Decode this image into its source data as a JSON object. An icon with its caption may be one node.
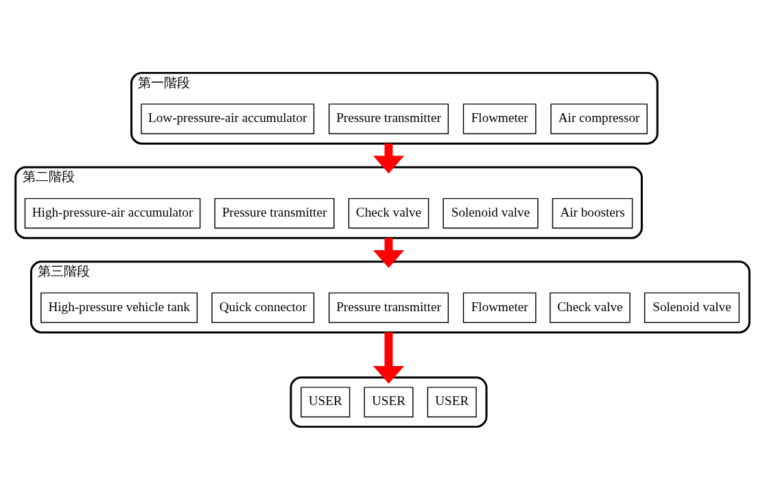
{
  "diagram": {
    "nodes": [
      {
        "text": [
          "第一階段"
        ]
      },
      {
        "text": [
          "Air compressor"
        ],
        "in": 0
      },
      {
        "text": [
          "Flowmeter"
        ],
        "in": 0
      },
      {
        "text": [
          "Pressure transmitter"
        ],
        "in": 0
      },
      {
        "text": [
          "Low-pressure-air accumulator"
        ],
        "in": 0
      },
      {
        "text": [
          "第二階段"
        ]
      },
      {
        "text": [
          "Air boosters"
        ],
        "in": 5
      },
      {
        "text": [
          "Solenoid valve"
        ],
        "in": 5
      },
      {
        "text": [
          "Check valve"
        ],
        "in": 5
      },
      {
        "text": [
          "Pressure transmitter"
        ],
        "in": 5
      },
      {
        "text": [
          "High-pressure-air accumulator"
        ],
        "in": 5
      },
      {
        "text": [
          "第三階段"
        ]
      },
      {
        "text": [
          "Solenoid valve"
        ],
        "in": 11
      },
      {
        "text": [
          "Check valve"
        ],
        "in": 11
      },
      {
        "text": [
          "Flowmeter"
        ],
        "in": 11
      },
      {
        "text": [
          "Pressure transmitter"
        ],
        "in": 11
      },
      {
        "text": [
          "Quick connector"
        ],
        "in": 11
      },
      {
        "text": [
          "High-pressure vehicle tank"
        ],
        "in": 11
      },
      {
        "text": [],
        "shape": "box"
      },
      {
        "text": [
          "USER"
        ],
        "in": 18
      },
      {
        "text": [
          "USER"
        ],
        "in": 18
      },
      {
        "text": [
          "USER"
        ],
        "in": 18
      }
    ],
    "edges": [
      {
        "from": 0,
        "to": 5,
        "arrow": "to",
        "color": "#ff0000"
      },
      {
        "from": 5,
        "to": 11,
        "arrow": "to",
        "color": "#ff0000"
      },
      {
        "from": 11,
        "to": 18,
        "arrow": "to",
        "color": "#ff0000"
      }
    ]
  }
}
